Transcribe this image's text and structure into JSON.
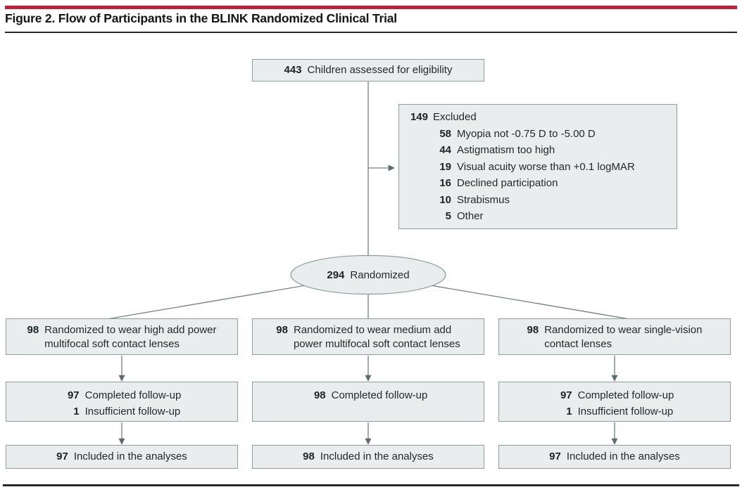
{
  "title": "Figure 2. Flow of Participants in the BLINK Randomized Clinical Trial",
  "colors": {
    "accent_red": "#c22038",
    "box_background": "#e9edee",
    "box_border": "#8e9ca0",
    "connector_gray": "#71807f"
  },
  "flow": {
    "eligibility": {
      "num": "443",
      "label": "Children assessed for eligibility"
    },
    "excluded": {
      "num": "149",
      "label": "Excluded",
      "reasons": [
        {
          "num": "58",
          "label": "Myopia not -0.75 D to -5.00 D"
        },
        {
          "num": "44",
          "label": "Astigmatism too high"
        },
        {
          "num": "19",
          "label": "Visual acuity worse than +0.1 logMAR"
        },
        {
          "num": "16",
          "label": "Declined participation"
        },
        {
          "num": "10",
          "label": "Strabismus"
        },
        {
          "num": "5",
          "label": "Other"
        }
      ]
    },
    "randomized": {
      "num": "294",
      "label": "Randomized"
    },
    "arms": [
      {
        "assigned": {
          "num": "98",
          "line1": "Randomized to wear high add power",
          "line2": "multifocal soft contact lenses"
        },
        "followup": [
          {
            "num": "97",
            "label": "Completed follow-up"
          },
          {
            "num": "1",
            "label": "Insufficient follow-up"
          }
        ],
        "analysis": {
          "num": "97",
          "label": "Included in the analyses"
        }
      },
      {
        "assigned": {
          "num": "98",
          "line1": "Randomized to wear medium add",
          "line2": "power multifocal soft contact lenses"
        },
        "followup": [
          {
            "num": "98",
            "label": "Completed follow-up"
          }
        ],
        "analysis": {
          "num": "98",
          "label": "Included in the analyses"
        }
      },
      {
        "assigned": {
          "num": "98",
          "line1": "Randomized to wear single-vision",
          "line2": "contact lenses"
        },
        "followup": [
          {
            "num": "97",
            "label": "Completed follow-up"
          },
          {
            "num": "1",
            "label": "Insufficient follow-up"
          }
        ],
        "analysis": {
          "num": "97",
          "label": "Included in the analyses"
        }
      }
    ]
  }
}
